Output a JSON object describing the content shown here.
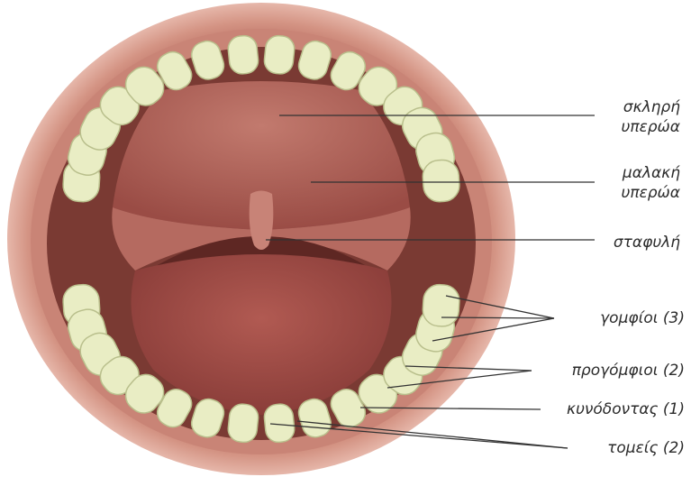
{
  "labels": {
    "hard_palate": [
      "σκληρή",
      "υπερώα"
    ],
    "soft_palate": [
      "μαλακή",
      "υπερώα"
    ],
    "uvula": "σταφυλή",
    "molars": "γομφίοι (3)",
    "premolars": "προγόμφιοι (2)",
    "canine": "κυνόδοντας (1)",
    "incisors": "τομείς (2)"
  },
  "colors": {
    "lips": "#c77a6c",
    "mouth_interior": "#7a3a33",
    "palate": "#b0625a",
    "tongue": "#a04f4a",
    "teeth": "#e9edc4",
    "leader_lines": "#333333"
  }
}
